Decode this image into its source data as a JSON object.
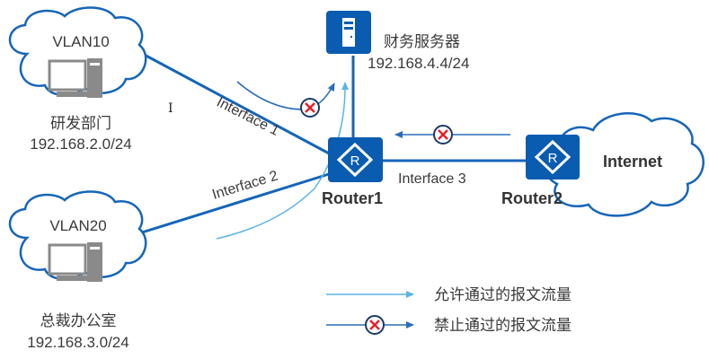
{
  "colors": {
    "link": "#1565b8",
    "device": "#0a5cb0",
    "allowed": "#5ab4e6",
    "denied": "#2a6db8",
    "deny_mark": "#e8202a",
    "deny_ring": "#1a3a6a",
    "text": "#3a3a3a"
  },
  "nodes": {
    "vlan10": {
      "cloud_label": "VLAN10",
      "name": "研发部门",
      "subnet": "192.168.2.0/24",
      "icon": "pc-icon"
    },
    "vlan20": {
      "cloud_label": "VLAN20",
      "name": "总裁办公室",
      "subnet": "192.168.3.0/24",
      "icon": "pc-icon"
    },
    "server": {
      "name": "财务服务器",
      "address": "192.168.4.4/24",
      "icon": "server-icon"
    },
    "router1": {
      "name": "Router1",
      "icon": "router-icon"
    },
    "router2": {
      "name": "Router2",
      "icon": "router-icon"
    },
    "internet": {
      "label": "Internet",
      "icon": "cloud-icon"
    }
  },
  "links": {
    "interface1": "Interface 1",
    "interface2": "Interface 2",
    "interface3": "Interface 3"
  },
  "legend": {
    "allowed": "允许通过的报文流量",
    "denied": "禁止通过的报文流量"
  }
}
